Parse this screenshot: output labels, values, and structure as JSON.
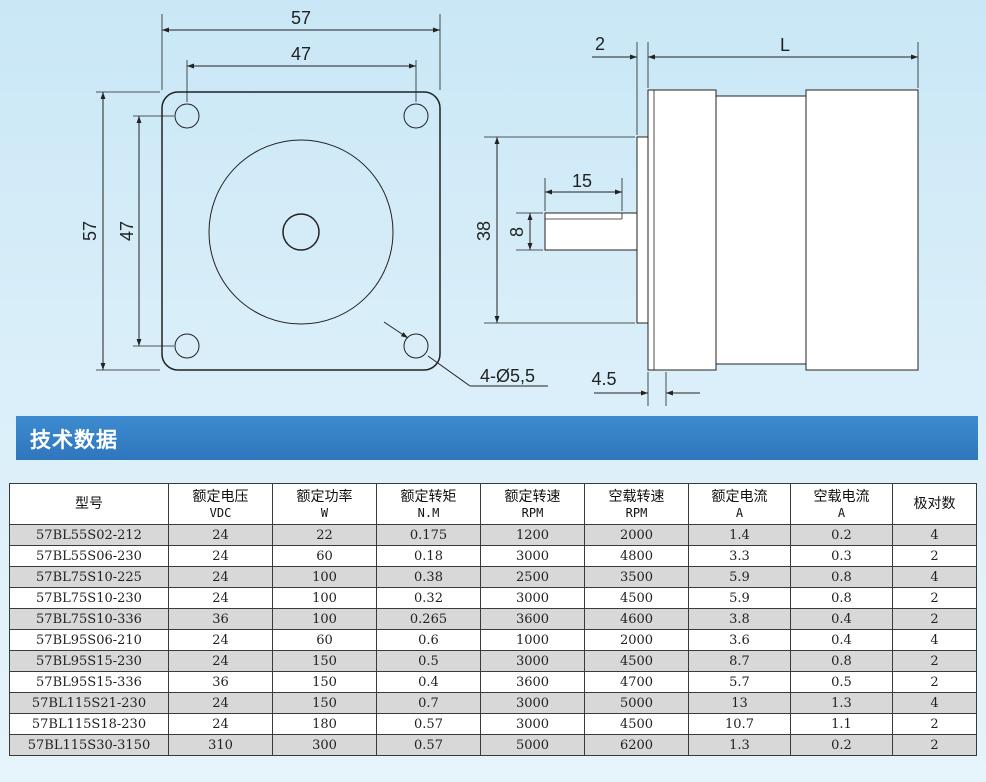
{
  "drawing": {
    "dims": {
      "front_width_outer": "57",
      "front_width_holes": "47",
      "front_height_outer": "57",
      "front_height_holes": "47",
      "mount_holes": "4-Ø5,5",
      "flange_dia": "38",
      "shaft_length": "15",
      "shaft_dia": "8",
      "boss_height": "2",
      "body_length": "L",
      "flange_thickness": "4.5"
    }
  },
  "section_title": "技术数据",
  "table": {
    "headers": [
      {
        "name": "型号",
        "unit": ""
      },
      {
        "name": "额定电压",
        "unit": "VDC"
      },
      {
        "name": "额定功率",
        "unit": "W"
      },
      {
        "name": "额定转矩",
        "unit": "N.M"
      },
      {
        "name": "额定转速",
        "unit": "RPM"
      },
      {
        "name": "空载转速",
        "unit": "RPM"
      },
      {
        "name": "额定电流",
        "unit": "A"
      },
      {
        "name": "空载电流",
        "unit": "A"
      },
      {
        "name": "极对数",
        "unit": ""
      }
    ],
    "rows": [
      [
        "57BL55S02-212",
        "24",
        "22",
        "0.175",
        "1200",
        "2000",
        "1.4",
        "0.2",
        "4"
      ],
      [
        "57BL55S06-230",
        "24",
        "60",
        "0.18",
        "3000",
        "4800",
        "3.3",
        "0.3",
        "2"
      ],
      [
        "57BL75S10-225",
        "24",
        "100",
        "0.38",
        "2500",
        "3500",
        "5.9",
        "0.8",
        "4"
      ],
      [
        "57BL75S10-230",
        "24",
        "100",
        "0.32",
        "3000",
        "4500",
        "5.9",
        "0.8",
        "2"
      ],
      [
        "57BL75S10-336",
        "36",
        "100",
        "0.265",
        "3600",
        "4600",
        "3.8",
        "0.4",
        "2"
      ],
      [
        "57BL95S06-210",
        "24",
        "60",
        "0.6",
        "1000",
        "2000",
        "3.6",
        "0.4",
        "4"
      ],
      [
        "57BL95S15-230",
        "24",
        "150",
        "0.5",
        "3000",
        "4500",
        "8.7",
        "0.8",
        "2"
      ],
      [
        "57BL95S15-336",
        "36",
        "150",
        "0.4",
        "3600",
        "4700",
        "5.7",
        "0.5",
        "2"
      ],
      [
        "57BL115S21-230",
        "24",
        "150",
        "0.7",
        "3000",
        "5000",
        "13",
        "1.3",
        "4"
      ],
      [
        "57BL115S18-230",
        "24",
        "180",
        "0.57",
        "3000",
        "4500",
        "10.7",
        "1.1",
        "2"
      ],
      [
        "57BL115S30-3150",
        "310",
        "300",
        "0.57",
        "5000",
        "6200",
        "1.3",
        "0.2",
        "2"
      ]
    ]
  }
}
